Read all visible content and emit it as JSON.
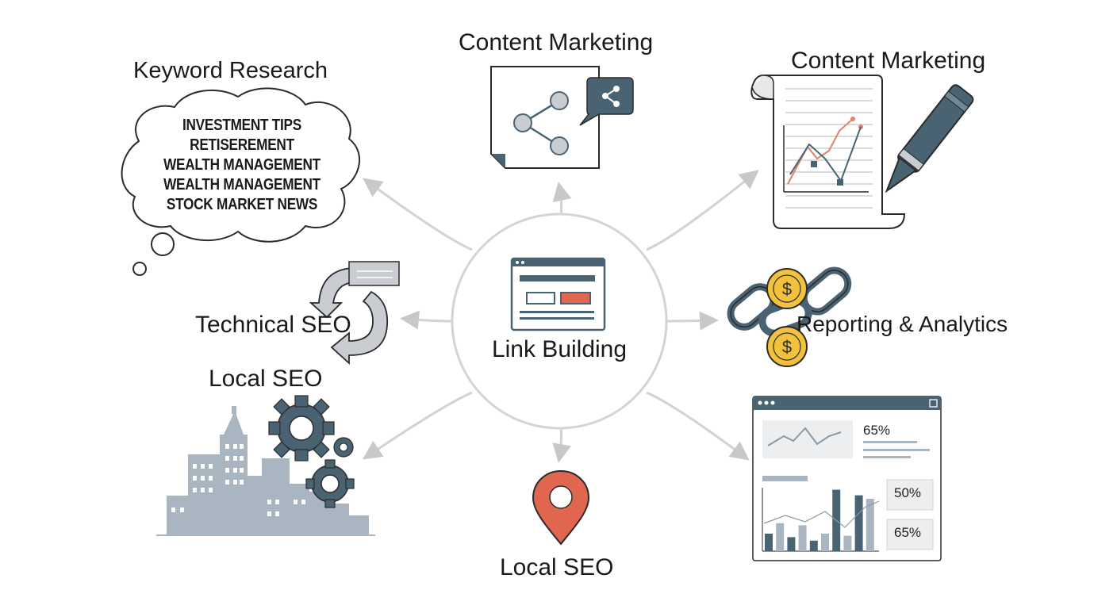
{
  "center": {
    "label": "Link Building"
  },
  "nodes": {
    "keyword_research": {
      "title": "Keyword Research",
      "keywords": [
        "INVESTMENT TIPS",
        "RETISEREMENT",
        "WEALTH MANAGEMENT",
        "WEALTH MANAGEMENT",
        "STOCK MARKET NEWS"
      ]
    },
    "content_marketing_top": {
      "title": "Content Marketing"
    },
    "content_marketing_right": {
      "title": "Content Marketing"
    },
    "technical_seo": {
      "title": "Technical SEO"
    },
    "reporting": {
      "title": "Reporting & Analytics"
    },
    "local_seo_left": {
      "title": "Local SEO"
    },
    "local_seo_bottom": {
      "title": "Local SEO"
    }
  },
  "dashboard": {
    "stat_top": "65%",
    "stat_mid": "50%",
    "stat_bottom": "65%",
    "bar_values": [
      25,
      40,
      20,
      37,
      15,
      25,
      88,
      22,
      80,
      75
    ]
  },
  "colors": {
    "slate": "#4a6373",
    "grey_line": "#cfcfcf",
    "pin_red": "#e06650",
    "coin_gold": "#f2c23c",
    "chart_red": "#e0826a"
  }
}
